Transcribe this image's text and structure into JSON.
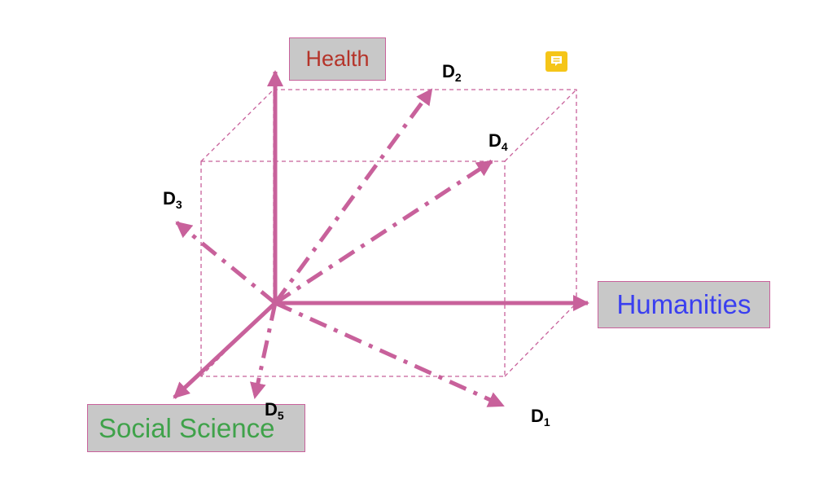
{
  "axes": {
    "health": {
      "label": "Health",
      "color": "#b5342a"
    },
    "humanities": {
      "label": "Humanities",
      "color": "#3a3ff0"
    },
    "social_science": {
      "label": "Social Science",
      "color": "#3fa24a"
    }
  },
  "documents": [
    {
      "letter": "D",
      "index": "1"
    },
    {
      "letter": "D",
      "index": "2"
    },
    {
      "letter": "D",
      "index": "3"
    },
    {
      "letter": "D",
      "index": "4"
    },
    {
      "letter": "D",
      "index": "5"
    }
  ],
  "style": {
    "line_color": "#c8619b",
    "box_fill": "#c8c8c8",
    "comment_icon_color": "#f5c518"
  },
  "icons": {
    "comment": "speech-bubble-icon"
  }
}
